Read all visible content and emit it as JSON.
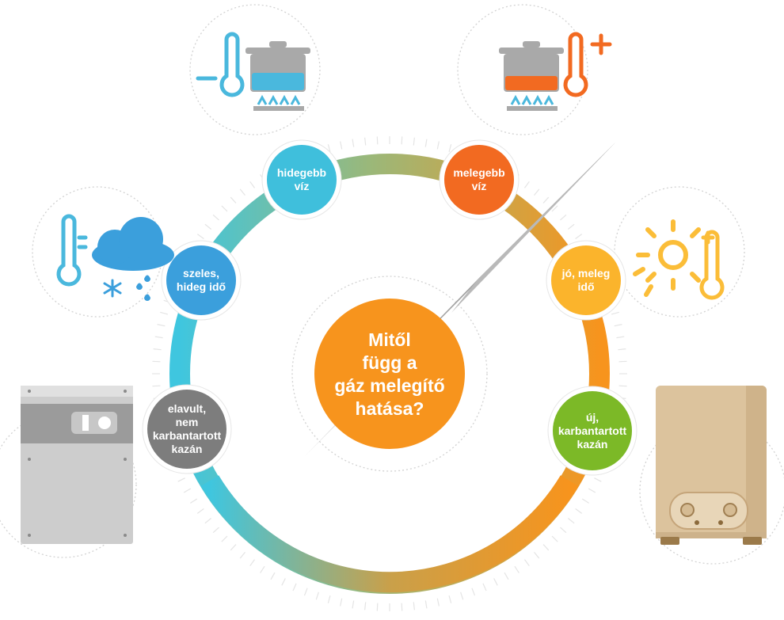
{
  "center": {
    "question": "Mitől\nfügg a\ngáz melegítő\nhatása?"
  },
  "factors": [
    {
      "id": "cold-water",
      "label": "hidegebb\nvíz",
      "color": "#3fbfdc"
    },
    {
      "id": "warm-water",
      "label": "melegebb\nvíz",
      "color": "#f26a21"
    },
    {
      "id": "windy-cold-weather",
      "label": "szeles,\nhideg idő",
      "color": "#3b9fdc"
    },
    {
      "id": "warm-weather",
      "label": "jó, meleg\nidő",
      "color": "#fbb42c"
    },
    {
      "id": "old-boiler",
      "label": "elavult,\nnem\nkarbantartott\nkazán",
      "color": "#7d7d7d"
    },
    {
      "id": "new-boiler",
      "label": "új,\nkarbantartott\nkazán",
      "color": "#7cb927"
    }
  ],
  "colors": {
    "ring_cold": "#3fc6df",
    "ring_warm": "#f7941d",
    "center_circle": "#f7941d",
    "needle": "#a3a3a3",
    "dashed_outline": "#cfcfcf",
    "cold_icon": "#4ab8dd",
    "hot_icon": "#f26a21",
    "sun_icon": "#fbbd38",
    "rain_icon": "#3b9fdc"
  },
  "icons": [
    "cold-thermometer-icon",
    "cold-pot-icon",
    "hot-pot-icon",
    "hot-thermometer-icon",
    "rain-cloud-icon",
    "snowflake-icon",
    "sun-icon",
    "warm-thermometer-icon",
    "old-boiler-icon",
    "new-boiler-icon",
    "gauge-needle-icon"
  ]
}
